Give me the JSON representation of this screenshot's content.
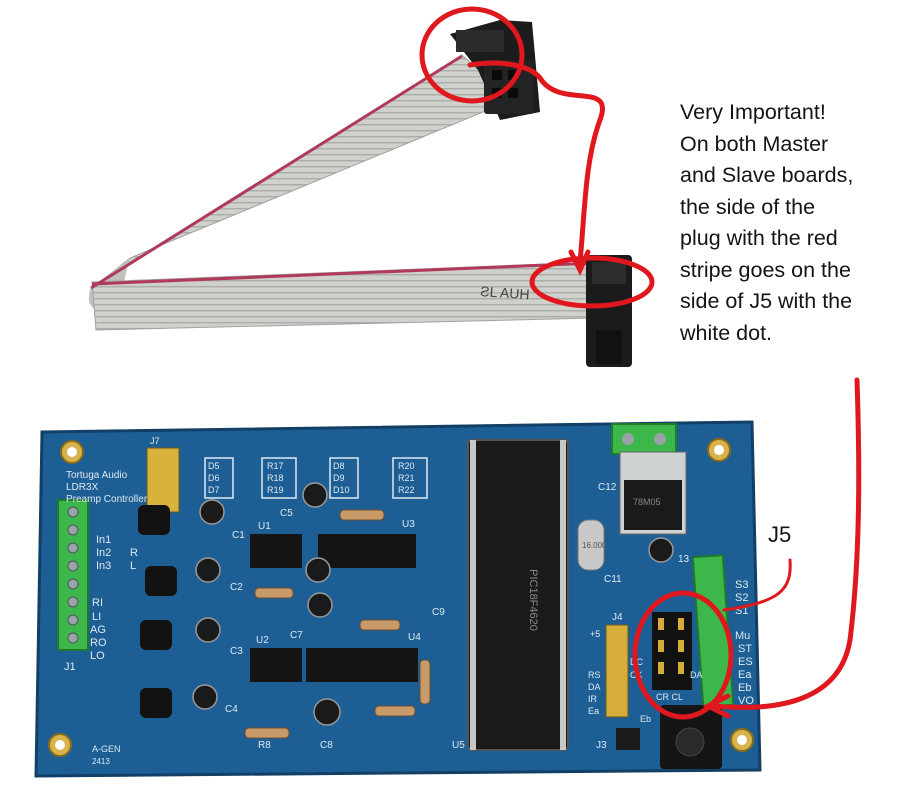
{
  "annotation": {
    "lines": [
      "Very Important!",
      "On both Master",
      "and Slave boards,",
      "the side of the",
      "plug with the red",
      "stripe goes on the",
      "side of J5 with the",
      "white dot."
    ],
    "j5_label": "J5",
    "marker_color": "#e0171d"
  },
  "cable": {
    "print": "ƧL  AUH",
    "ribbon_color": "#c9cbc6",
    "stripe_color": "#b03a5b",
    "connector_color": "#1c1c1c"
  },
  "board": {
    "pcb_color": "#1d5f94",
    "silkscreen_color": "#dfe9f2",
    "title_lines": [
      "Tortuga Audio",
      "LDR3X",
      "Preamp Controller"
    ],
    "left_labels": [
      "In1",
      "In2",
      "In3",
      "R",
      "L",
      "RI",
      "LI",
      "AG",
      "RO",
      "LO",
      "J1"
    ],
    "right_labels": [
      "S3",
      "S2",
      "S1",
      "Mu",
      "ST",
      "ES",
      "Ea",
      "Eb",
      "VO"
    ],
    "components": {
      "j7": "J7",
      "u1": "U1",
      "u2": "U2",
      "u3": "U3",
      "u4": "U4",
      "u5": "U5",
      "j3": "J3",
      "j4": "J4",
      "c1": "C1",
      "c2": "C2",
      "c3": "C3",
      "c4": "C4",
      "c5": "C5",
      "c7": "C7",
      "c8": "C8",
      "c9": "C9",
      "c11": "C11",
      "c12": "C12",
      "c13": "13",
      "d_left": [
        "D5",
        "D6",
        "D7"
      ],
      "r_mid": [
        "R17",
        "R18",
        "R19"
      ],
      "d_mid": [
        "D8",
        "D9",
        "D10"
      ],
      "r_right": [
        "R20",
        "R21",
        "R22"
      ],
      "r8": "R8",
      "chip_marking": "PIC18F4620",
      "reg_marking": "78M05",
      "crystal_marking": "16.000",
      "j4_pins": [
        "+5",
        "RS",
        "DA",
        "IR",
        "Ea"
      ],
      "j4_side": [
        "DC",
        "CK",
        "DA"
      ],
      "j5_bottom": "CR  CL",
      "eb_label": "Eb",
      "serial": "A-GEN",
      "date": "2413"
    }
  }
}
